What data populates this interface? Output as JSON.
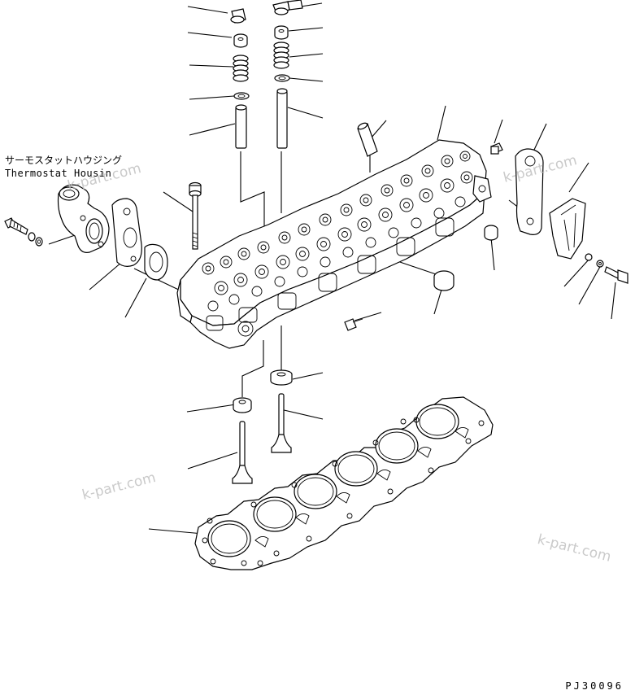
{
  "labels": {
    "thermostat_ja": "サーモスタットハウジング",
    "thermostat_en": "Thermostat Housin"
  },
  "watermarks": [
    "k-part.com",
    "k-part.com",
    "k-part.com",
    "k-part.com"
  ],
  "drawing_code": "PJ30096"
}
